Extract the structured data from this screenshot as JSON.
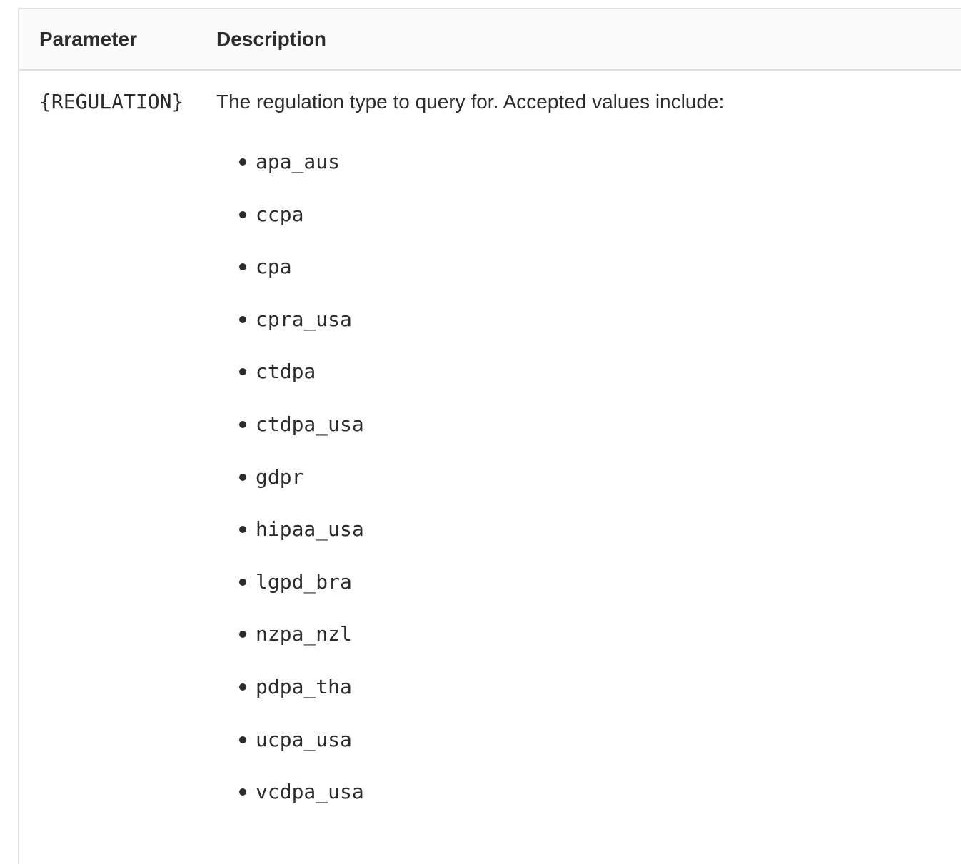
{
  "colors": {
    "header_background": "#fafafa",
    "border": "#e1e1e1",
    "text": "#2c2c2c",
    "body_background": "#ffffff"
  },
  "table": {
    "headers": {
      "parameter": "Parameter",
      "description": "Description"
    },
    "row": {
      "parameter": "{REGULATION}",
      "description_intro": "The regulation type to query for. Accepted values include:",
      "accepted_values": [
        "apa_aus",
        "ccpa",
        "cpa",
        "cpra_usa",
        "ctdpa",
        "ctdpa_usa",
        "gdpr",
        "hipaa_usa",
        "lgpd_bra",
        "nzpa_nzl",
        "pdpa_tha",
        "ucpa_usa",
        "vcdpa_usa"
      ]
    }
  }
}
